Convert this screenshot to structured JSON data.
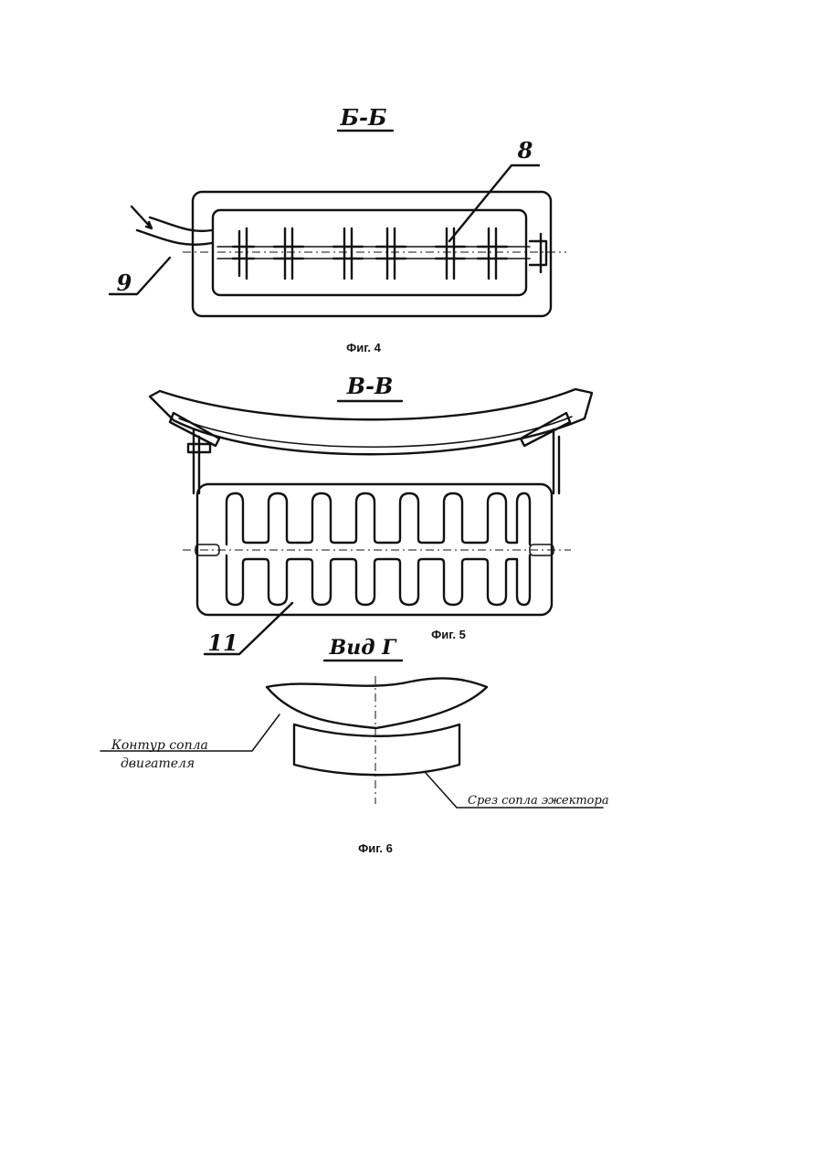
{
  "fig4": {
    "section_label": "Б-Б",
    "callout_8": "8",
    "callout_9": "9",
    "caption": "Фиг. 4"
  },
  "fig5": {
    "section_label": "В-В",
    "callout_11": "11",
    "caption": "Фиг. 5"
  },
  "fig6": {
    "view_label": "Вид Г",
    "engine_nozzle_label_line1": "Контур сопла",
    "engine_nozzle_label_line2": "двигателя",
    "ejector_nozzle_label": "Срез сопла эжектора",
    "caption": "Фиг. 6"
  }
}
